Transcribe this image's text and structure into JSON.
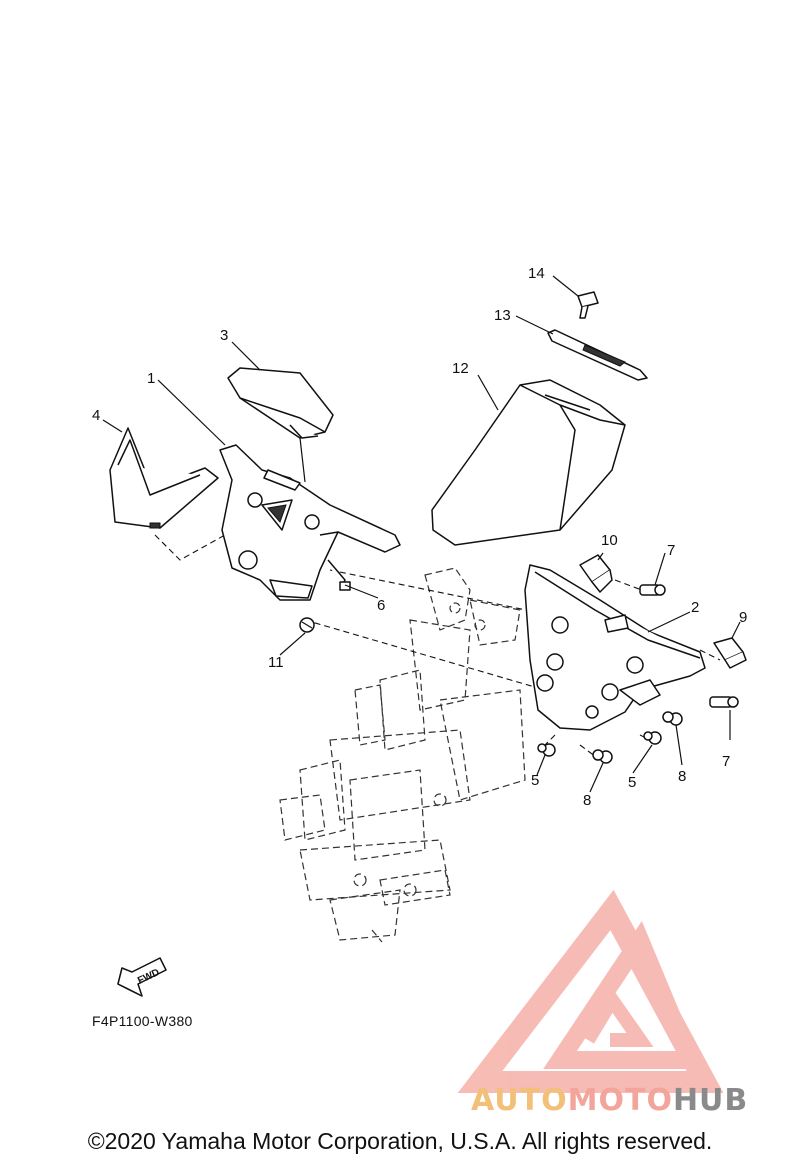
{
  "diagram": {
    "callouts": [
      "1",
      "2",
      "3",
      "4",
      "5",
      "5",
      "6",
      "7",
      "7",
      "8",
      "8",
      "9",
      "10",
      "11",
      "12",
      "13",
      "14"
    ],
    "fwd_label": "FWD",
    "drawing_code": "F4P1100-W380"
  },
  "watermark": {
    "brand_part1": "AUTO",
    "brand_part2": "MOTO",
    "brand_part3": "HUB",
    "colors": {
      "auto": "#f2c078",
      "moto": "#f4a59b",
      "hub": "#8a8a8a",
      "triangle": "#f4a59b"
    }
  },
  "footer": {
    "copyright": "©2020 Yamaha Motor Corporation, U.S.A. All rights reserved."
  }
}
